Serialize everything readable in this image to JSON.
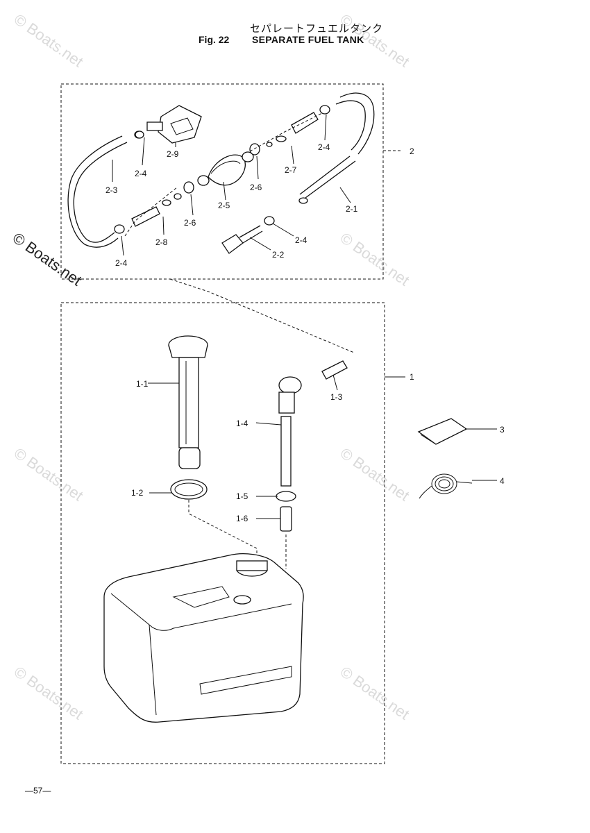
{
  "header": {
    "title_jp": "セパレートフュエルタンク",
    "fig_label": "Fig. 22",
    "title": "SEPARATE FUEL TANK"
  },
  "footer": {
    "page_number": "—57—"
  },
  "watermark": {
    "text": "© Boats.net"
  },
  "labels": {
    "p1": "1",
    "p1_1": "1-1",
    "p1_2": "1-2",
    "p1_3": "1-3",
    "p1_4": "1-4",
    "p1_5": "1-5",
    "p1_6": "1-6",
    "p2": "2",
    "p2_1": "2-1",
    "p2_2": "2-2",
    "p2_3": "2-3",
    "p2_4a": "2-4",
    "p2_4b": "2-4",
    "p2_4c": "2-4",
    "p2_4d": "2-4",
    "p2_5": "2-5",
    "p2_6a": "2-6",
    "p2_6b": "2-6",
    "p2_7": "2-7",
    "p2_8": "2-8",
    "p2_9": "2-9",
    "p3": "3",
    "p4": "4"
  }
}
